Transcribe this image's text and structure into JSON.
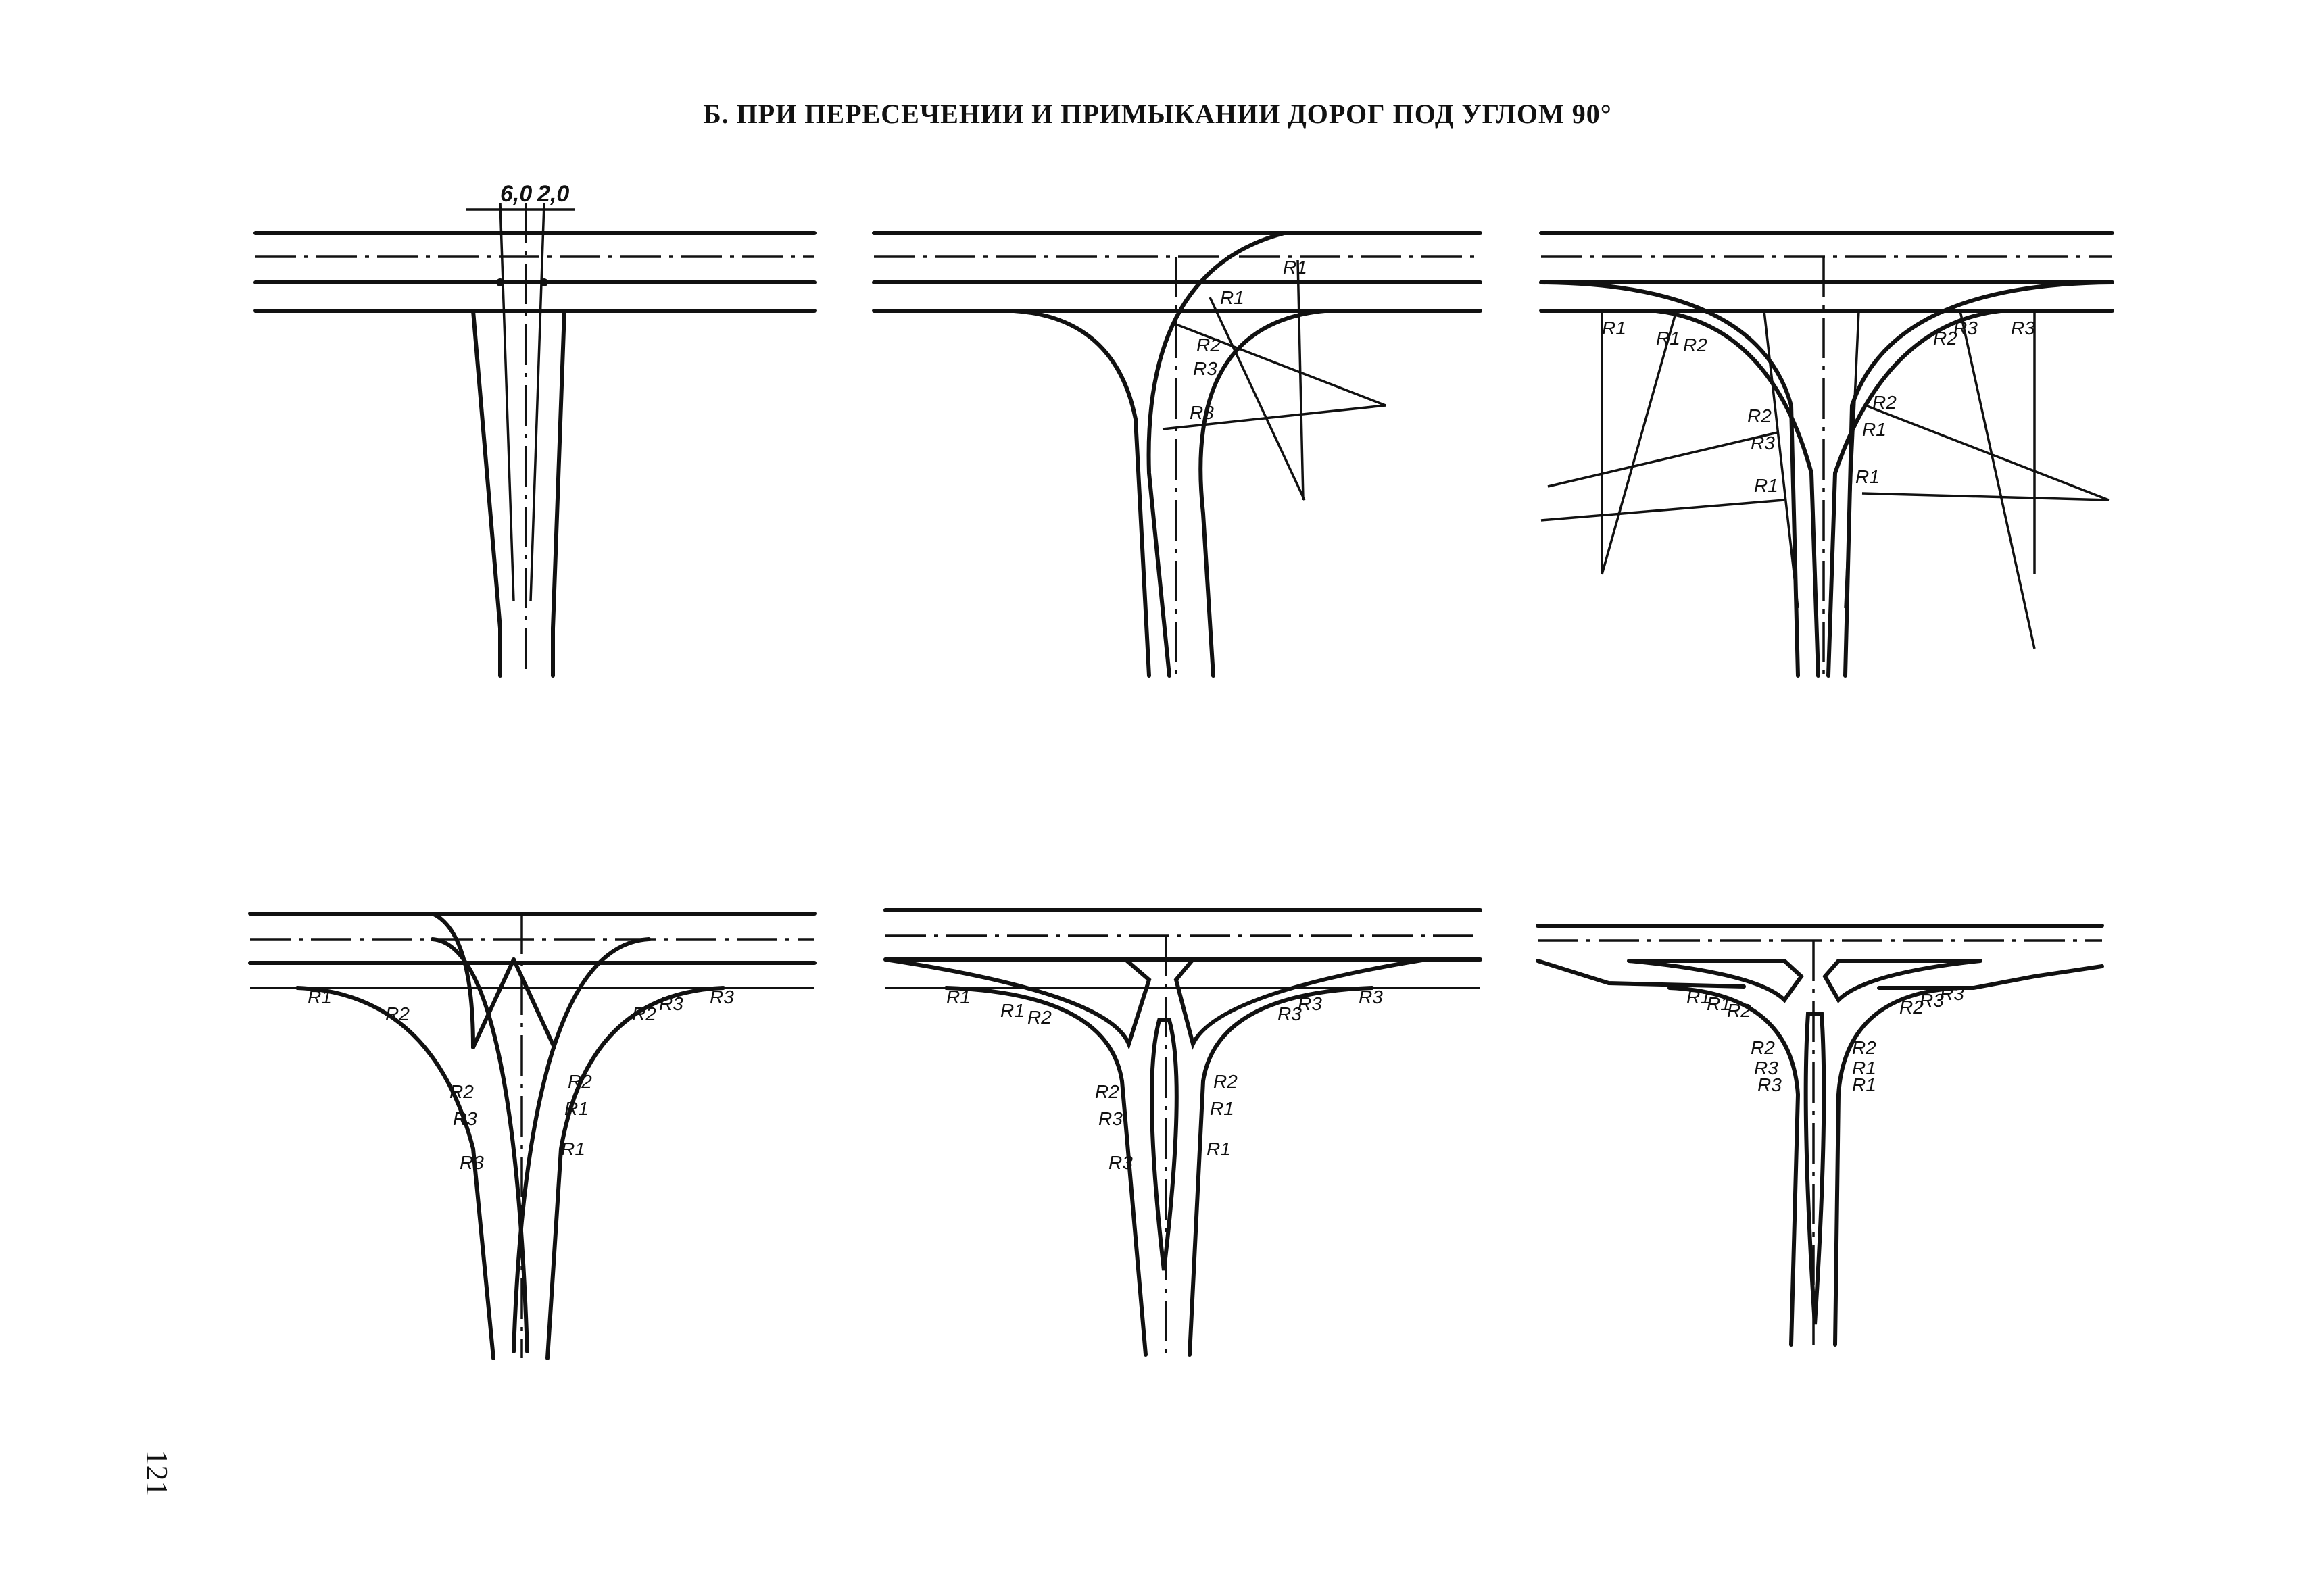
{
  "title": "Б. ПРИ ПЕРЕСЕЧЕНИИ И ПРИМЫКАНИИ ДОРОГ ПОД УГЛОМ 90°",
  "page_number": "121",
  "dimension_labels": {
    "d1": "6,0",
    "d2": "2,0"
  },
  "radius_labels": {
    "r1": "R1",
    "r2": "R2",
    "r3": "R3"
  }
}
